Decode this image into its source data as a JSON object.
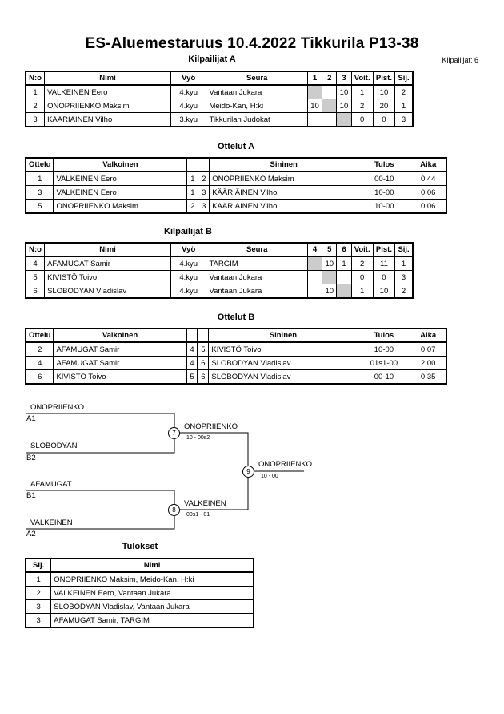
{
  "title": "ES-Aluemestaruus  10.4.2022  Tikkurila   P13-38",
  "participant_count": "Kilpailijat: 6",
  "pool_a": {
    "heading": "Kilpailijat A",
    "headers": [
      "N:o",
      "Nimi",
      "Vyö",
      "Seura",
      "1",
      "2",
      "3",
      "Voit.",
      "Pist.",
      "Sij."
    ],
    "rows": [
      [
        "1",
        "VALKEINEN Eero",
        "4.kyu",
        "Vantaan Jukara",
        "",
        "",
        "10",
        "1",
        "10",
        "2"
      ],
      [
        "2",
        "ONOPRIIENKO Maksim",
        "4.kyu",
        "Meido-Kan, H:ki",
        "10",
        "",
        "10",
        "2",
        "20",
        "1"
      ],
      [
        "3",
        "KAARIAINEN Vilho",
        "3.kyu",
        "Tikkurilan Judokat",
        "",
        "",
        "",
        "0",
        "0",
        "3"
      ]
    ]
  },
  "matches_a": {
    "heading": "Ottelut A",
    "headers": [
      "Ottelu",
      "Valkoinen",
      "",
      "",
      "Sininen",
      "Tulos",
      "Aika"
    ],
    "rows": [
      [
        "1",
        "VALKEINEN Eero",
        "1",
        "2",
        "ONOPRIIENKO Maksim",
        "00-10",
        "0:44"
      ],
      [
        "3",
        "VALKEINEN Eero",
        "1",
        "3",
        "KÄÄRIÄINEN Vilho",
        "10-00",
        "0:06"
      ],
      [
        "5",
        "ONOPRIIENKO Maksim",
        "2",
        "3",
        "KAARIAINEN Vilho",
        "10-00",
        "0:06"
      ]
    ]
  },
  "pool_b": {
    "heading": "Kilpailijat B",
    "headers": [
      "N:o",
      "Nimi",
      "Vyö",
      "Seura",
      "4",
      "5",
      "6",
      "Voit.",
      "Pist.",
      "Sij."
    ],
    "rows": [
      [
        "4",
        "AFAMUGAT Samir",
        "4.kyu",
        "TARGIM",
        "",
        "10",
        "1",
        "2",
        "11",
        "1"
      ],
      [
        "5",
        "KIVISTÖ Toivo",
        "4.kyu",
        "Vantaan Jukara",
        "",
        "",
        "",
        "0",
        "0",
        "3"
      ],
      [
        "6",
        "SLOBODYAN Vladislav",
        "4.kyu",
        "Vantaan Jukara",
        "",
        "10",
        "",
        "1",
        "10",
        "2"
      ]
    ]
  },
  "matches_b": {
    "heading": "Ottelut B",
    "headers": [
      "Ottelu",
      "Valkoinen",
      "",
      "",
      "Sininen",
      "Tulos",
      "Aika"
    ],
    "rows": [
      [
        "2",
        "AFAMUGAT Samir",
        "4",
        "5",
        "KIVISTÖ Toivo",
        "10-00",
        "0:07"
      ],
      [
        "4",
        "AFAMUGAT Samir",
        "4",
        "6",
        "SLOBODYAN Vladislav",
        "01s1-00",
        "2:00"
      ],
      [
        "6",
        "KIVISTÖ Toivo",
        "5",
        "6",
        "SLOBODYAN Vladislav",
        "00-10",
        "0:35"
      ]
    ]
  },
  "bracket": {
    "semi1": {
      "top_name": "ONOPRIIENKO",
      "top_seed": "A1",
      "bottom_name": "SLOBODYAN",
      "bottom_seed": "B2",
      "match_no": "7",
      "winner": "ONOPRIIENKO",
      "score": "10 - 00s2"
    },
    "semi2": {
      "top_name": "AFAMUGAT",
      "top_seed": "B1",
      "bottom_name": "VALKEINEN",
      "bottom_seed": "A2",
      "match_no": "8",
      "winner": "VALKEINEN",
      "score": "00s1 - 01"
    },
    "final": {
      "match_no": "9",
      "winner": "ONOPRIIENKO",
      "score": "10 - 00"
    }
  },
  "results": {
    "heading": "Tulokset",
    "headers": [
      "Sij.",
      "Nimi"
    ],
    "rows": [
      [
        "1",
        "ONOPRIIENKO Maksim, Meido-Kan, H:ki"
      ],
      [
        "2",
        "VALKEINEN Eero, Vantaan Jukara"
      ],
      [
        "3",
        "SLOBODYAN Vladislav, Vantaan Jukara"
      ],
      [
        "3",
        "AFAMUGAT Samir, TARGIM"
      ]
    ]
  }
}
